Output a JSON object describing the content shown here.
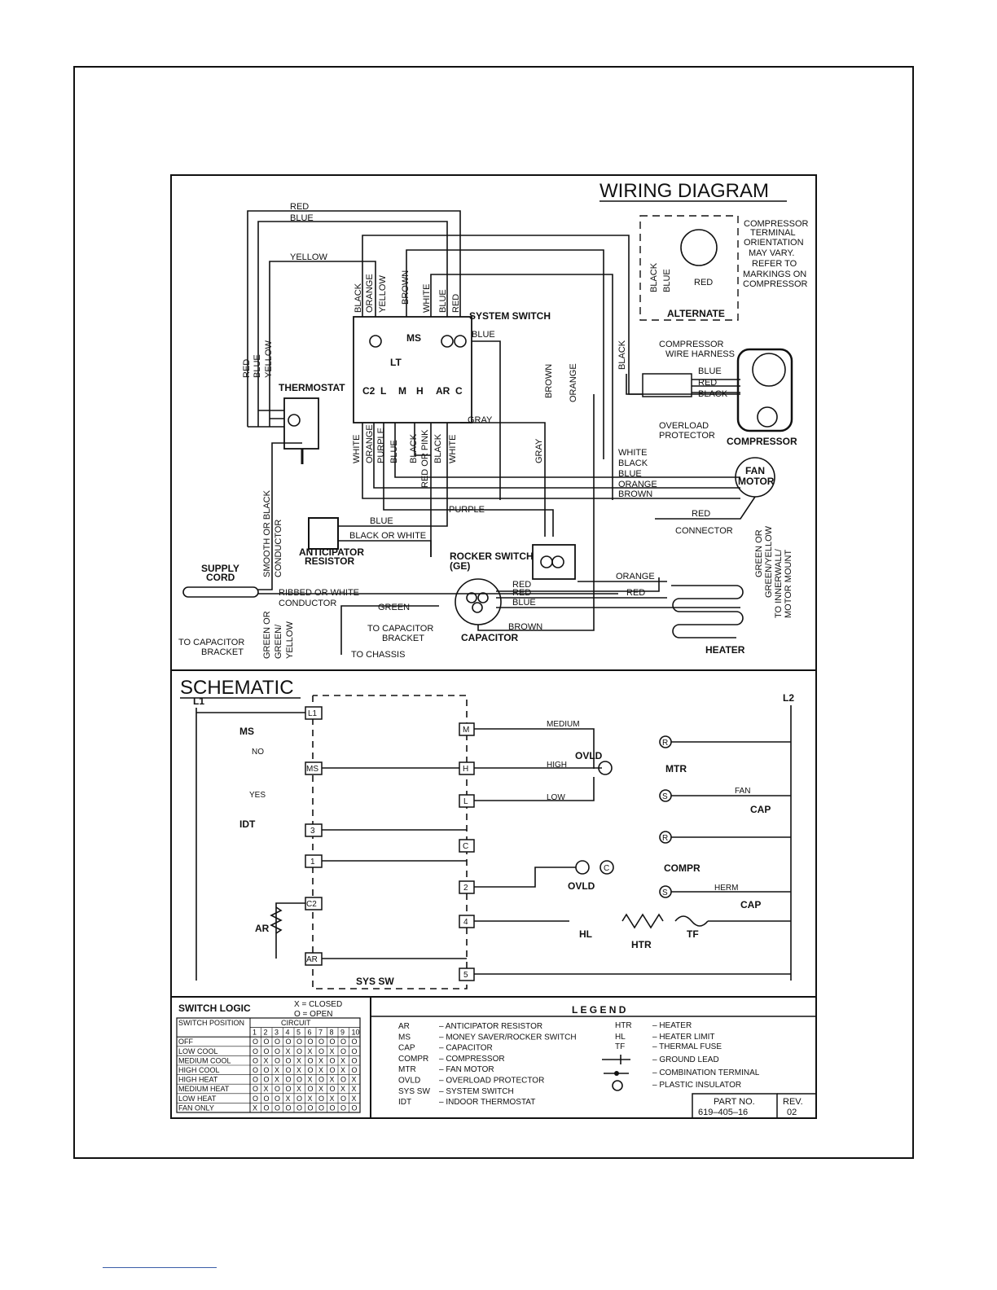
{
  "wiring": {
    "title": "WIRING DIAGRAM",
    "labels": {
      "red": "RED",
      "blue": "BLUE",
      "yellow": "YELLOW",
      "black": "BLACK",
      "orange": "ORANGE",
      "brown": "BROWN",
      "white": "WHITE",
      "gray": "GRAY",
      "purple": "PURPLE",
      "green": "GREEN",
      "black_or_white": "BLACK OR WHITE",
      "red_or_pink": "RED OR PINK",
      "system_switch": "SYSTEM SWITCH",
      "thermostat": "THERMOSTAT",
      "anticipator": "ANTICIPATOR",
      "resistor": "RESISTOR",
      "supply": "SUPPLY",
      "cord": "CORD",
      "smooth_black": "SMOOTH OR BLACK",
      "conductor": "CONDUCTOR",
      "ribbed_white": "RIBBED OR WHITE",
      "green_or": "GREEN OR",
      "green_slash": "GREEN/",
      "yellow_plain": "YELLOW",
      "to_cap": "TO CAPACITOR",
      "bracket": "BRACKET",
      "to_chassis": "TO CHASSIS",
      "capacitor": "CAPACITOR",
      "rocker_switch": "ROCKER SWITCH",
      "ge": "(GE)",
      "comp_harness_1": "COMPRESSOR",
      "comp_harness_2": "WIRE HARNESS",
      "overload_1": "OVERLOAD",
      "overload_2": "PROTECTOR",
      "compressor": "COMPRESSOR",
      "fan": "FAN",
      "motor": "MOTOR",
      "connector": "CONNECTOR",
      "heater": "HEATER",
      "ground_1": "GREEN OR",
      "ground_2": "GREEN/YELLOW",
      "ground_3": "TO INNERWALL/",
      "ground_4": "MOTOR MOUNT",
      "alternate": "ALTERNATE",
      "note": [
        "COMPRESSOR",
        "TERMINAL",
        "ORIENTATION",
        "MAY VARY.",
        "REFER TO",
        "MARKINGS ON",
        "COMPRESSOR"
      ],
      "ms": "MS",
      "lt": "LT",
      "c2": "C2",
      "l": "L",
      "m": "M",
      "h": "H",
      "ar": "AR",
      "c": "C"
    }
  },
  "schematic": {
    "title": "SCHEMATIC",
    "l1": "L1",
    "l2": "L2",
    "ms": "MS",
    "no": "NO",
    "yes": "YES",
    "idt": "IDT",
    "medium": "MEDIUM",
    "high": "HIGH",
    "low": "LOW",
    "ovld": "OVLD",
    "mtr": "MTR",
    "fan": "FAN",
    "cap": "CAP",
    "compr": "COMPR",
    "herm": "HERM",
    "hl": "HL",
    "htr": "HTR",
    "tf": "TF",
    "ar": "AR",
    "sys_sw": "SYS SW",
    "r": "R",
    "s": "S",
    "c": "C",
    "terminals": [
      "L1",
      "MS",
      "3",
      "1",
      "C2",
      "AR"
    ],
    "right_terms": [
      "M",
      "H",
      "L",
      "C",
      "2",
      "4",
      "5"
    ]
  },
  "switch_logic": {
    "title": "SWITCH LOGIC",
    "x_def": "X = CLOSED",
    "o_def": "O = OPEN",
    "header_pos": "SWITCH POSITION",
    "header_circuit": "CIRCUIT",
    "circuits": [
      "1",
      "2",
      "3",
      "4",
      "5",
      "6",
      "7",
      "8",
      "9",
      "10"
    ],
    "rows": [
      {
        "name": "OFF",
        "v": [
          "O",
          "O",
          "O",
          "O",
          "O",
          "O",
          "O",
          "O",
          "O",
          "O"
        ]
      },
      {
        "name": "LOW COOL",
        "v": [
          "O",
          "O",
          "O",
          "X",
          "O",
          "X",
          "O",
          "X",
          "O",
          "O"
        ]
      },
      {
        "name": "MEDIUM COOL",
        "v": [
          "O",
          "X",
          "O",
          "O",
          "X",
          "O",
          "X",
          "O",
          "X",
          "O"
        ]
      },
      {
        "name": "HIGH COOL",
        "v": [
          "O",
          "O",
          "X",
          "O",
          "X",
          "O",
          "X",
          "O",
          "X",
          "O"
        ]
      },
      {
        "name": "HIGH HEAT",
        "v": [
          "O",
          "O",
          "X",
          "O",
          "O",
          "X",
          "O",
          "X",
          "O",
          "X"
        ]
      },
      {
        "name": "MEDIUM HEAT",
        "v": [
          "O",
          "X",
          "O",
          "O",
          "X",
          "O",
          "X",
          "O",
          "X",
          "X"
        ]
      },
      {
        "name": "LOW HEAT",
        "v": [
          "O",
          "O",
          "O",
          "X",
          "O",
          "X",
          "O",
          "X",
          "O",
          "X"
        ]
      },
      {
        "name": "FAN ONLY",
        "v": [
          "X",
          "O",
          "O",
          "O",
          "O",
          "O",
          "O",
          "O",
          "O",
          "O"
        ]
      }
    ]
  },
  "legend": {
    "title": "L E G E N D",
    "left": [
      {
        "k": "AR",
        "v": "– ANTICIPATOR RESISTOR"
      },
      {
        "k": "MS",
        "v": "– MONEY SAVER/ROCKER SWITCH"
      },
      {
        "k": "CAP",
        "v": "– CAPACITOR"
      },
      {
        "k": "COMPR",
        "v": "– COMPRESSOR"
      },
      {
        "k": "MTR",
        "v": "– FAN MOTOR"
      },
      {
        "k": "OVLD",
        "v": "– OVERLOAD PROTECTOR"
      },
      {
        "k": "SYS SW",
        "v": "– SYSTEM SWITCH"
      },
      {
        "k": "IDT",
        "v": "– INDOOR THERMOSTAT"
      }
    ],
    "right": [
      {
        "k": "HTR",
        "v": "– HEATER"
      },
      {
        "k": "HL",
        "v": "– HEATER LIMIT"
      },
      {
        "k": "TF",
        "v": "– THERMAL FUSE"
      },
      {
        "k": "",
        "v": "– GROUND LEAD"
      },
      {
        "k": "",
        "v": "– COMBINATION TERMINAL"
      },
      {
        "k": "",
        "v": "– PLASTIC INSULATOR"
      }
    ],
    "part_label": "PART NO.",
    "part_no": "619–405–16",
    "rev_label": "REV.",
    "rev": "02"
  }
}
